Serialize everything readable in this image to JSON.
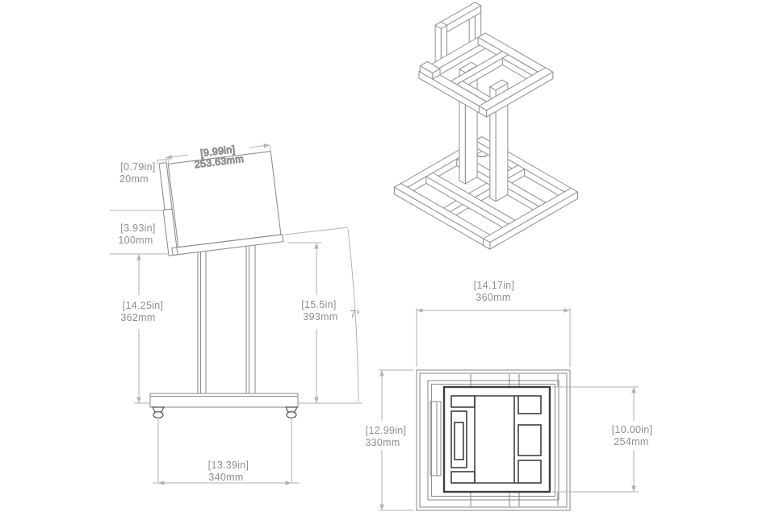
{
  "page": {
    "background": "#ffffff",
    "geometry_line_color": "#8f8f8f",
    "dimension_line_color": "#b2b2b2",
    "text_color": "#8e8e8e",
    "plate_outline_color": "#3f3f3f"
  },
  "views": {
    "side": {
      "name": "side-elevation",
      "dims": {
        "top_depth": {
          "in": "[9.99in]",
          "mm": "253.63mm"
        },
        "top_thickness": {
          "in": "[0.79in]",
          "mm": "20mm"
        },
        "backrest_height": {
          "in": "[3.93in]",
          "mm": "100mm"
        },
        "height_front": {
          "in": "[14.25in]",
          "mm": "362mm"
        },
        "height_back": {
          "in": "[15.5in]",
          "mm": "393mm"
        },
        "tilt_angle": "7°",
        "base_depth": {
          "in": "[13.39in]",
          "mm": "340mm"
        }
      }
    },
    "plan": {
      "name": "plan-view",
      "dims": {
        "base_width": {
          "in": "[14.17in]",
          "mm": "360mm"
        },
        "base_depth": {
          "in": "[12.99in]",
          "mm": "330mm"
        },
        "plate_depth": {
          "in": "[10.00in]",
          "mm": "254mm"
        }
      }
    },
    "iso": {
      "name": "isometric-view"
    }
  }
}
